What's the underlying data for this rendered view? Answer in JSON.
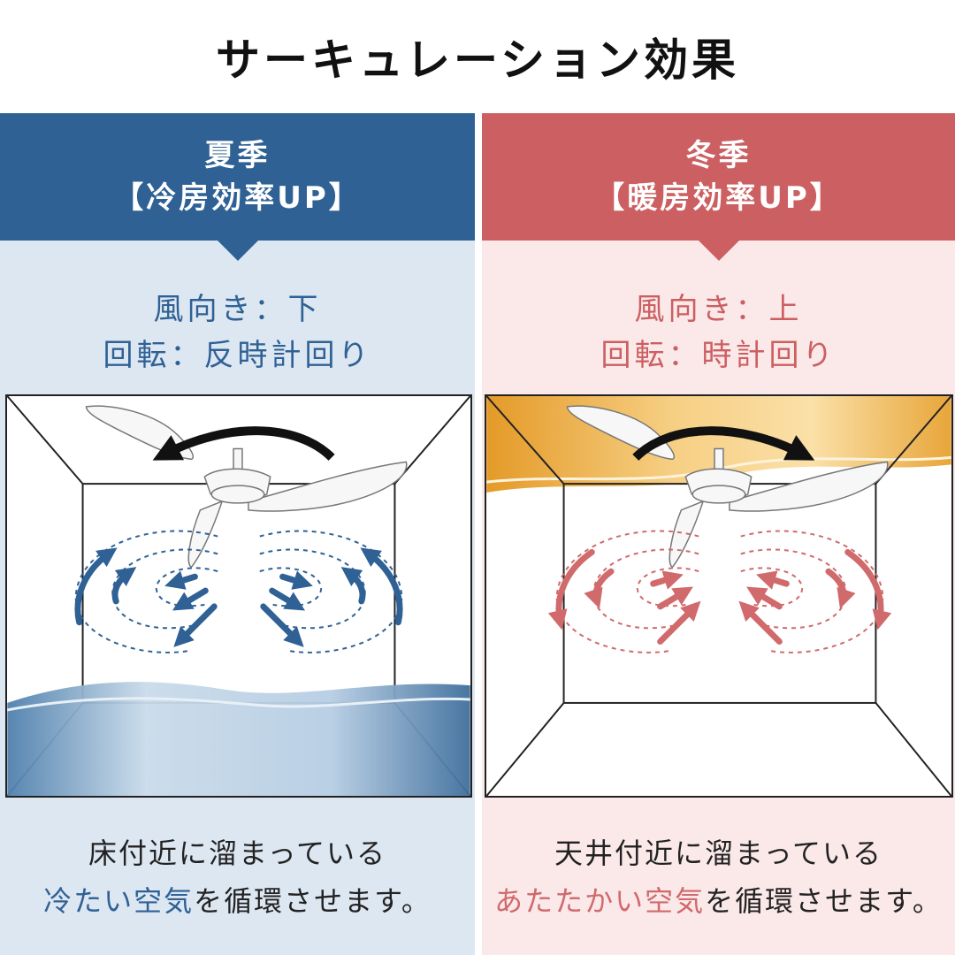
{
  "title": "サーキュレーション効果",
  "colors": {
    "summer_accent": "#2f6195",
    "winter_accent": "#cc5f61",
    "summer_bg": "#dde7f2",
    "winter_bg": "#fbe9ea"
  },
  "summer": {
    "season": "夏季",
    "effect": "【冷房効率UP】",
    "wind": "風向き：下",
    "rotation": "回転：反時計回り",
    "caption_line1": "床付近に溜まっている",
    "caption_highlight": "冷たい空気",
    "caption_rest": "を循環させます。"
  },
  "winter": {
    "season": "冬季",
    "effect": "【暖房効率UP】",
    "wind": "風向き：上",
    "rotation": "回転：時計回り",
    "caption_line1": "天井付近に溜まっている",
    "caption_highlight": "あたたかい空気",
    "caption_rest": "を循環させます。"
  }
}
